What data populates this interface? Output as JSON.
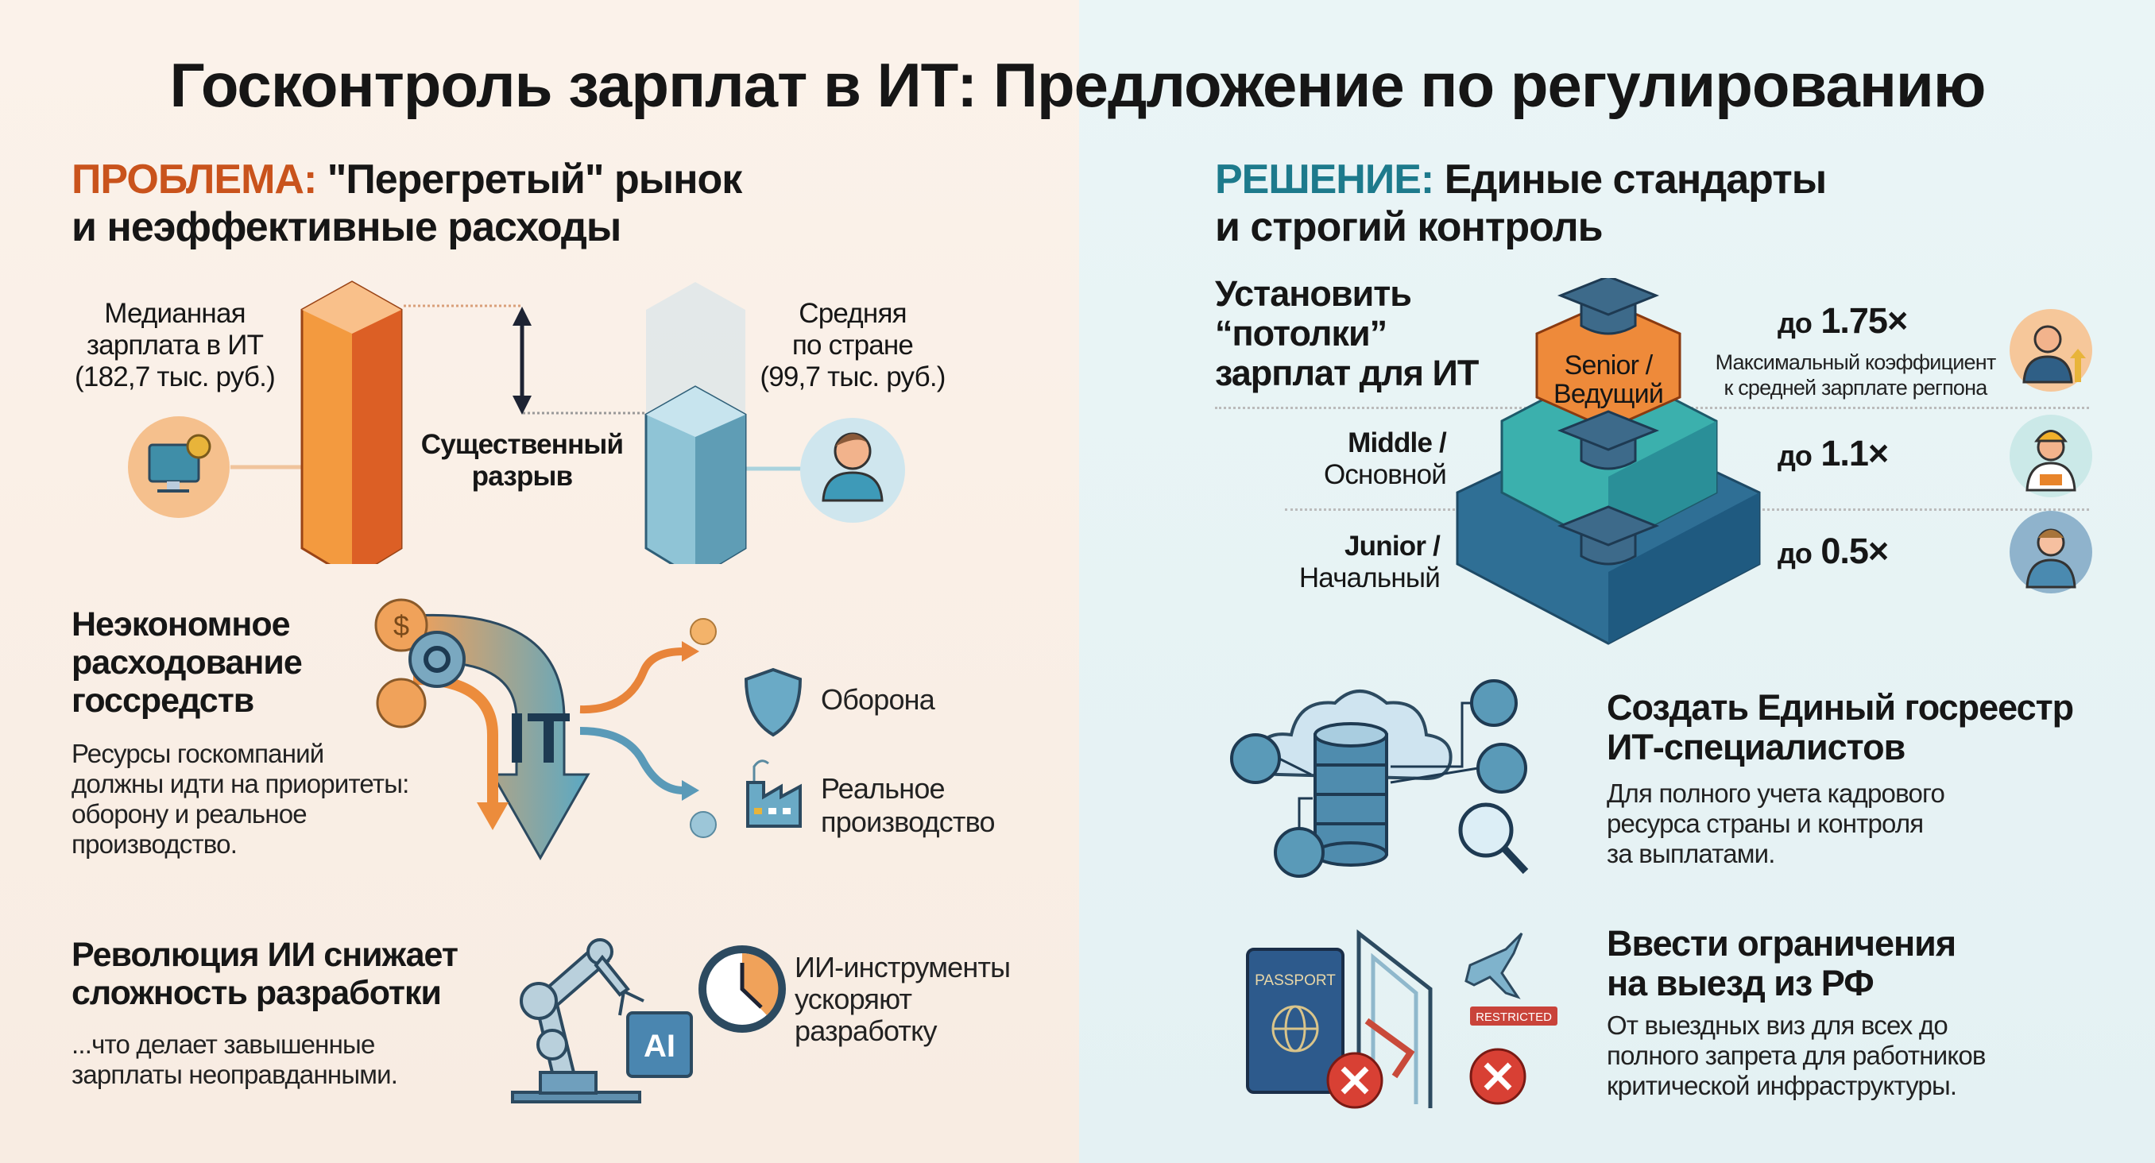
{
  "title": "Госконтроль зарплат в ИТ: Предложение по регулированию",
  "problem": {
    "tag": "ПРОБЛЕМА:",
    "heading_rest": "\"Перегретый\" рынок",
    "heading_line2": "и неэффективные расходы",
    "it_salary": {
      "line1": "Медианная",
      "line2": "зарплата в ИТ",
      "line3": "(182,7 тыс. руб.)",
      "value": 182.7
    },
    "country_salary": {
      "line1": "Средняя",
      "line2": "по стране",
      "line3": "(99,7 тыс. руб.)",
      "value": 99.7
    },
    "gap_label_1": "Существенный",
    "gap_label_2": "разрыв",
    "waste": {
      "h1": "Неэкономное",
      "h2": "расходование",
      "h3": "госсредств",
      "b1": "Ресурсы госкомпаний",
      "b2": "должны идти на приоритеты:",
      "b3": "оборону и реальное",
      "b4": "производство.",
      "it_label": "IT",
      "defense": "Оборона",
      "prod1": "Реальное",
      "prod2": "производство"
    },
    "ai": {
      "h1": "Революция ИИ снижает",
      "h2": "сложность разработки",
      "b1": "...что делает завышенные",
      "b2": "зарплаты неоправданными.",
      "chip": "AI",
      "t1": "ИИ-инструменты",
      "t2": "ускоряют",
      "t3": "разработку"
    }
  },
  "solution": {
    "tag": "РЕШЕНИЕ:",
    "heading_rest": "Единые стандарты",
    "heading_line2": "и строгий контроль",
    "caps": {
      "h1": "Установить",
      "h2": "“потолки”",
      "h3": "зарплат для ИТ",
      "senior1": "Senior /",
      "senior2": "Ведущий",
      "middle1": "Middle /",
      "middle2": "Основной",
      "junior1": "Junior /",
      "junior2": "Начальный",
      "prefix": "до",
      "senior_coef": "1.75×",
      "middle_coef": "1.1×",
      "junior_coef": "0.5×",
      "note1": "Максимальный коэффициент",
      "note2": "к средней зарплате регпона"
    },
    "registry": {
      "h1": "Создать Единый госреестр",
      "h2": "ИТ-специалистов",
      "b1": "Для полного учета кадрового",
      "b2": "ресурса страны и контроля",
      "b3": "за выплатами."
    },
    "exit": {
      "h1": "Ввести ограничения",
      "h2": "на выезд из РФ",
      "b1": "От выездных виз для всех до",
      "b2": "полного запрета для работников",
      "b3": "критической инфраструктуры.",
      "passport": "PASSPORT",
      "restricted": "RESTRICTED"
    }
  },
  "colors": {
    "orange": "#e8762a",
    "blue": "#5aa3bd",
    "navy": "#2c5a7a",
    "teal": "#3aa7a3",
    "red": "#d84034"
  }
}
